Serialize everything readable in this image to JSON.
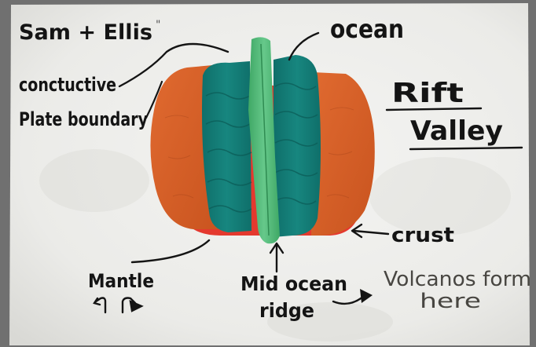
{
  "board": {
    "authors": "Sam + Ellis",
    "heading_line1": "Rift",
    "heading_line2": "Valley"
  },
  "labels": {
    "ocean": "ocean",
    "convergent_line1": "conctuctive",
    "convergent_line2": "Plate boundary",
    "crust": "crust",
    "mantle": "Mantle",
    "mid_ocean_line1": "Mid ocean",
    "mid_ocean_line2": "ridge",
    "volcanos_line1": "Volcanos form",
    "volcanos_line2": "here"
  },
  "colors": {
    "whiteboard": "#eeeeec",
    "crust_orange": "#d8612c",
    "mantle_red": "#e4392e",
    "ocean_teal": "#137c76",
    "ridge_green": "#53b978",
    "marker_black": "#141414",
    "frame_grey": "#6f6f6f"
  }
}
